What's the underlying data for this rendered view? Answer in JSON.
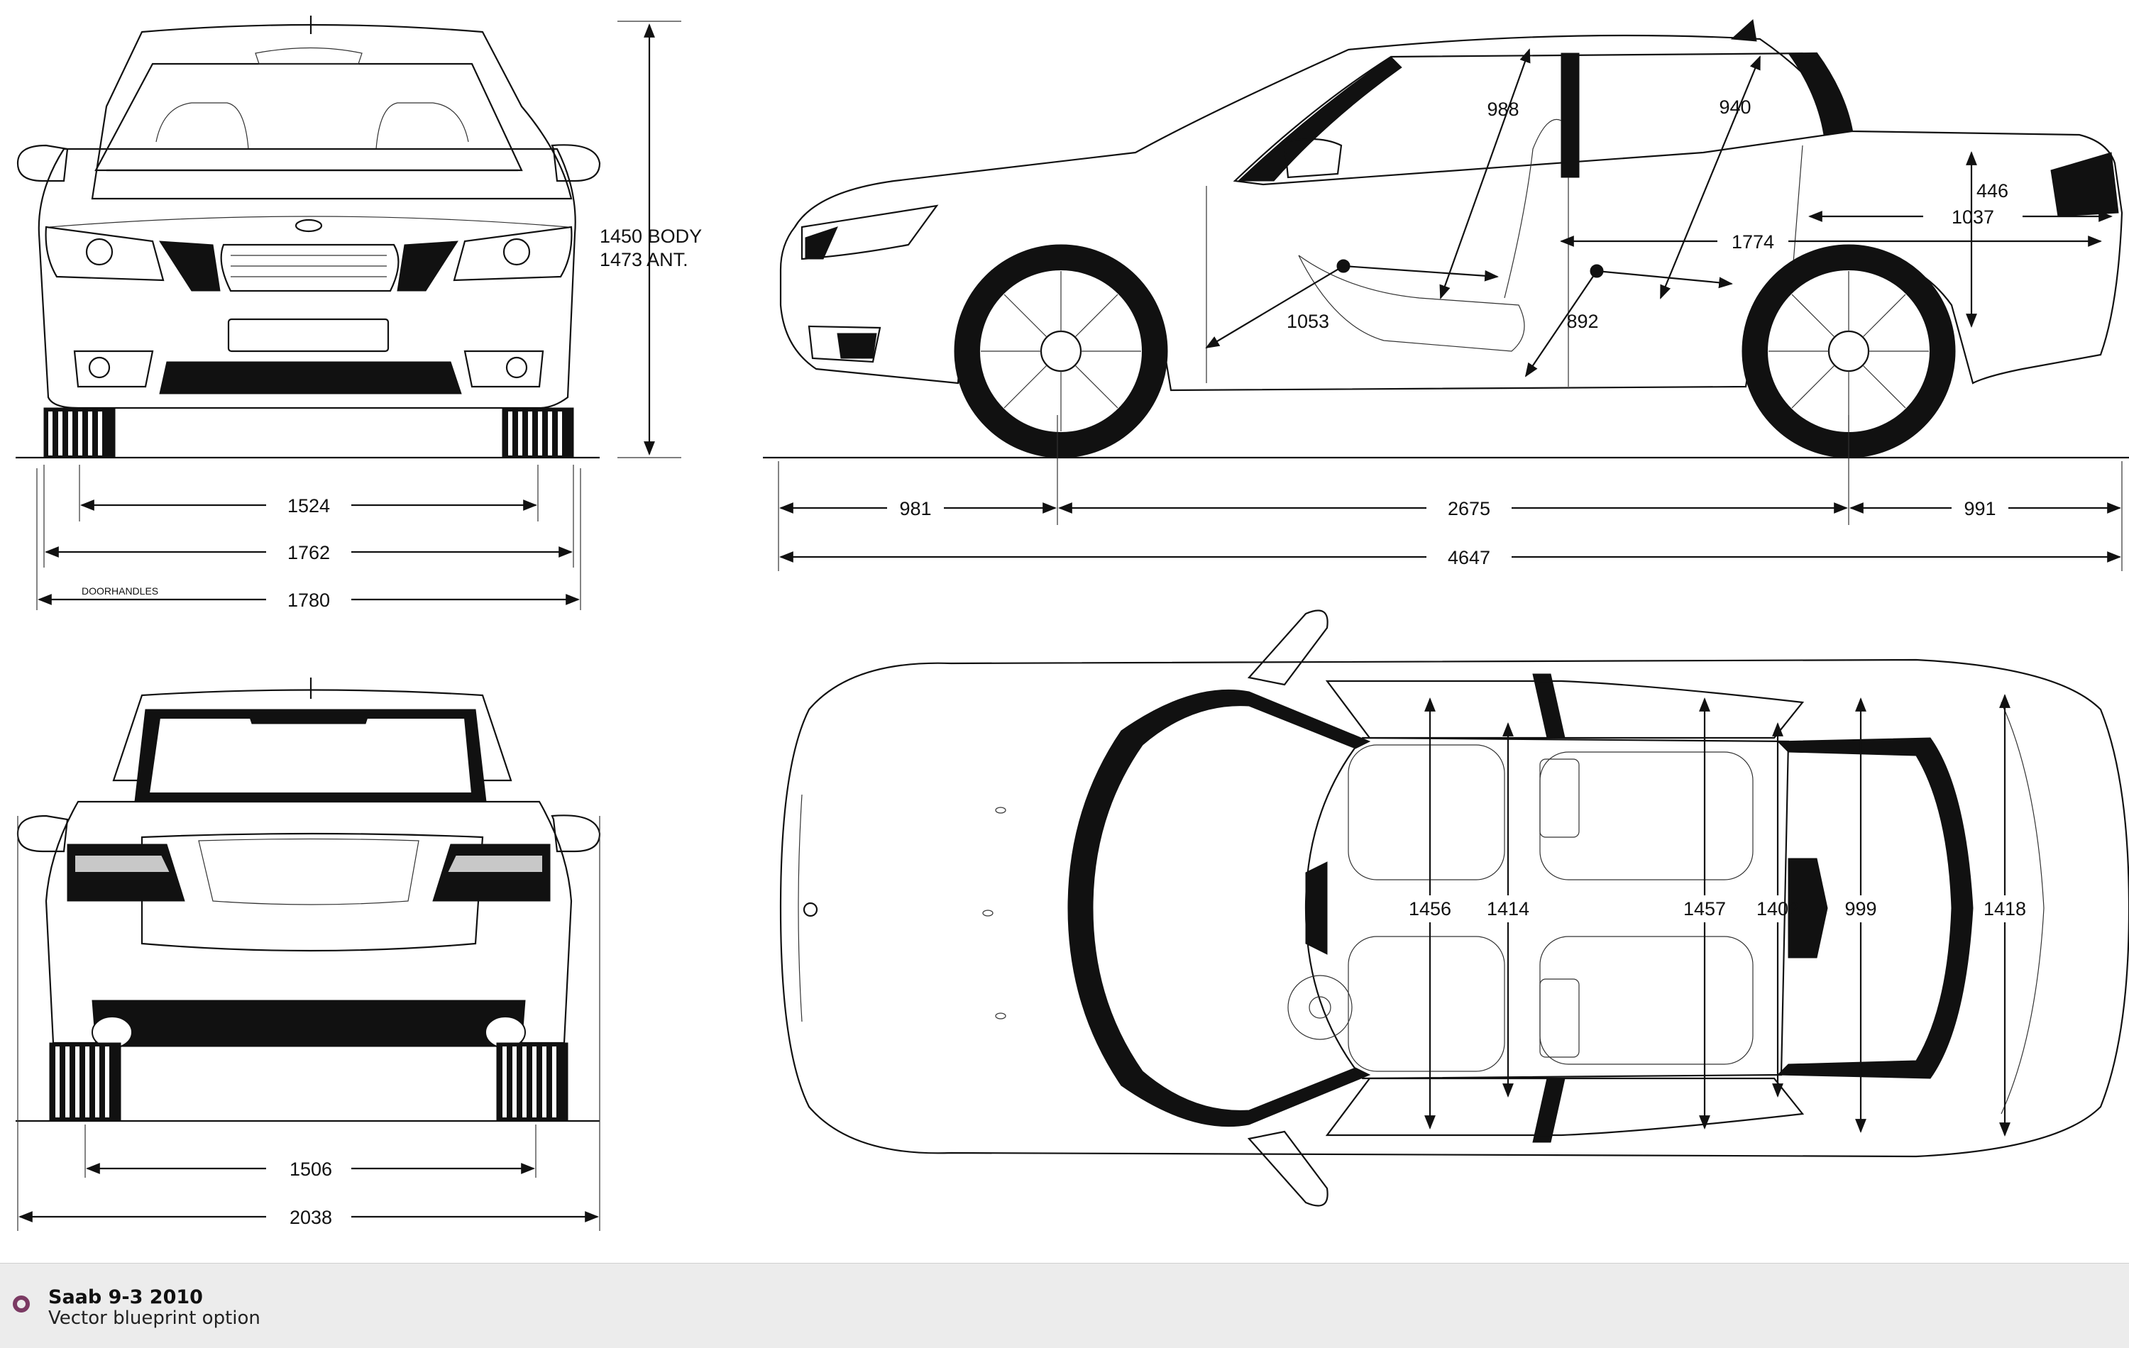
{
  "front_view": {
    "height_body": "1450 BODY",
    "height_ant": "1473 ANT.",
    "track": "1524",
    "width": "1762",
    "doorhandles_label": "DOORHANDLES",
    "width_doorhandles": "1780"
  },
  "side_view": {
    "front_overhang": "981",
    "wheelbase": "2675",
    "rear_overhang": "991",
    "length": "4647",
    "front_headroom": "988",
    "rear_headroom": "940",
    "front_legroom": "1053",
    "rear_legroom": "892",
    "cargo_length_floor": "1774",
    "trunk_length": "1037",
    "trunk_height": "446"
  },
  "rear_view": {
    "track": "1506",
    "width_mirrors": "2038"
  },
  "top_view": {
    "front_shoulder": "1456",
    "front_hip": "1414",
    "rear_shoulder": "1457",
    "rear_hip": "1402",
    "trunk_width": "999",
    "trunk_width_max": "1418"
  },
  "footer": {
    "title": "Saab 9-3 2010",
    "subtitle": "Vector blueprint option",
    "icon": "circle-logo-icon",
    "icon_color": "#7b3a63",
    "background": "#ececec"
  }
}
